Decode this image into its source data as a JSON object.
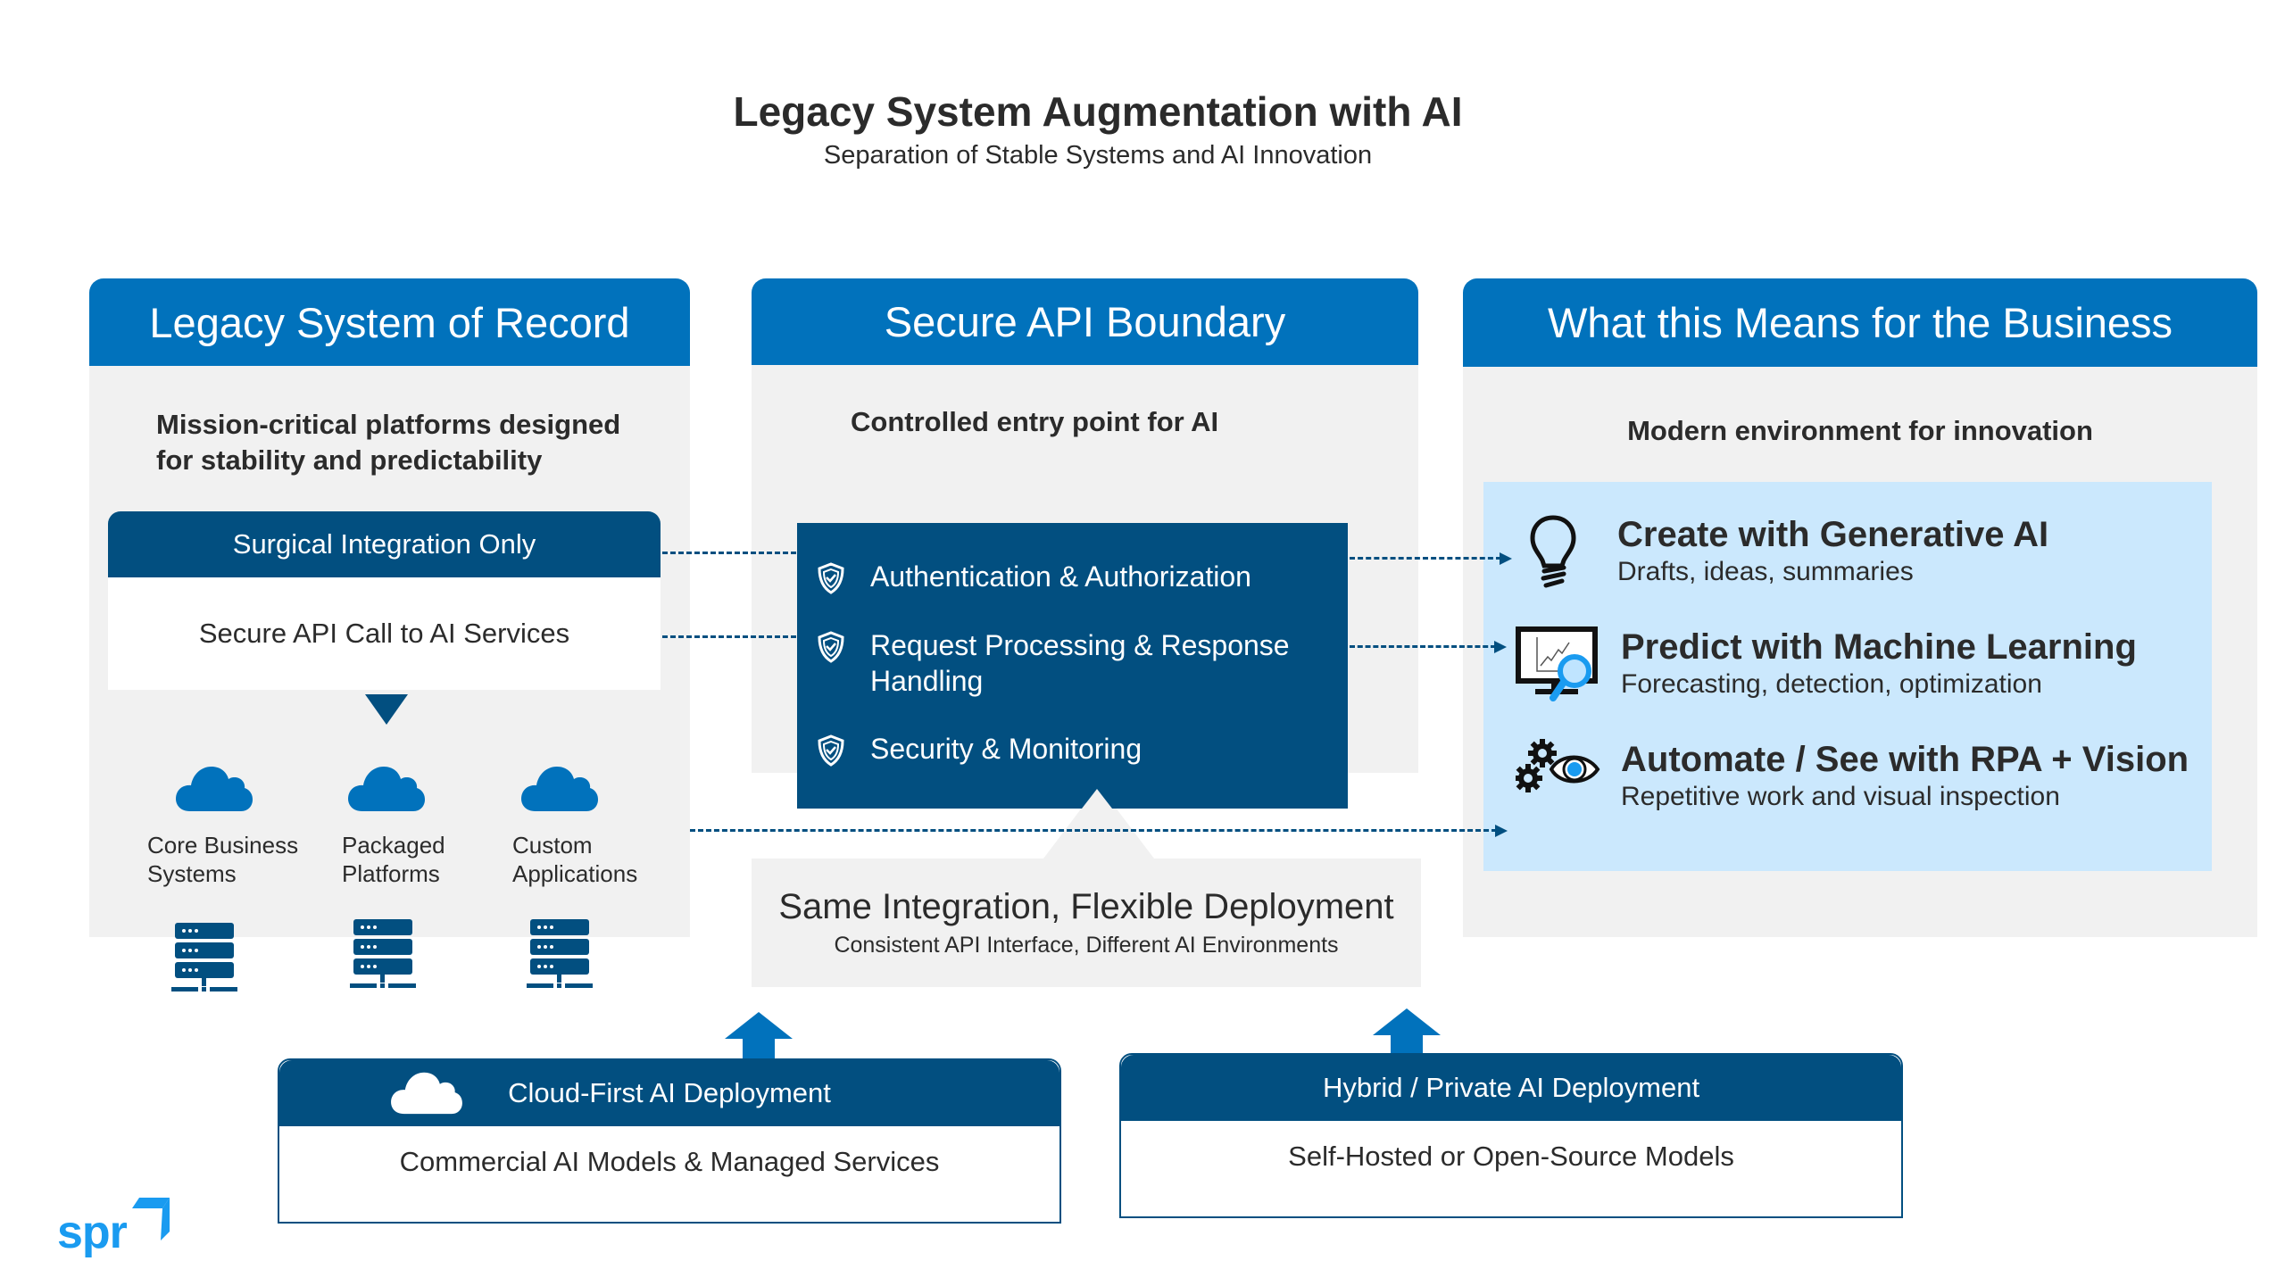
{
  "header": {
    "title": "Legacy System Augmentation with AI",
    "subtitle": "Separation of Stable Systems and AI Innovation"
  },
  "colors": {
    "header_blue": "#0172bc",
    "dark_blue": "#024f80",
    "panel_gray": "#f1f1f1",
    "panel_light_blue": "#cbe8fd",
    "logo_blue": "#1a9bf0"
  },
  "legacy": {
    "heading": "Legacy System of Record",
    "lead_line1": "Mission-critical platforms designed",
    "lead_line2": "for stability and predictability",
    "integration": {
      "heading": "Surgical Integration Only",
      "body": "Secure API Call to AI Services"
    },
    "systems": [
      {
        "line1": "Core Business",
        "line2": "Systems",
        "icon": "cloud-icon",
        "server_icon": "server-icon"
      },
      {
        "line1": "Packaged",
        "line2": "Platforms",
        "icon": "cloud-icon",
        "server_icon": "server-icon"
      },
      {
        "line1": "Custom",
        "line2": "Applications",
        "icon": "cloud-icon",
        "server_icon": "server-icon"
      }
    ]
  },
  "api": {
    "heading": "Secure API Boundary",
    "lead": "Controlled entry point for AI",
    "items": [
      {
        "line1": "Authentication & Authorization",
        "line2": "",
        "icon": "shield-check-icon"
      },
      {
        "line1": "Request Processing & Response",
        "line2": "Handling",
        "icon": "shield-check-icon"
      },
      {
        "line1": "Security & Monitoring",
        "line2": "",
        "icon": "shield-check-icon"
      }
    ],
    "flex": {
      "title": "Same Integration, Flexible Deployment",
      "subtitle": "Consistent API Interface, Different AI Environments"
    }
  },
  "business": {
    "heading": "What this Means for the Business",
    "lead": "Modern environment for innovation",
    "items": [
      {
        "title": "Create with Generative AI",
        "subtitle": "Drafts, ideas, summaries",
        "icon": "lightbulb-icon"
      },
      {
        "title": "Predict with Machine Learning",
        "subtitle": "Forecasting, detection, optimization",
        "icon": "monitor-chart-magnifier-icon"
      },
      {
        "title": "Automate / See with RPA + Vision",
        "subtitle": "Repetitive work and visual inspection",
        "icon": "gears-eye-icon"
      }
    ]
  },
  "deployments": [
    {
      "heading": "Cloud-First AI Deployment",
      "body": "Commercial AI Models & Managed Services",
      "icon": "cloud-icon"
    },
    {
      "heading": "Hybrid / Private AI Deployment",
      "body": "Self-Hosted or Open-Source Models",
      "icon": ""
    }
  ],
  "logo": {
    "text": "spr"
  }
}
